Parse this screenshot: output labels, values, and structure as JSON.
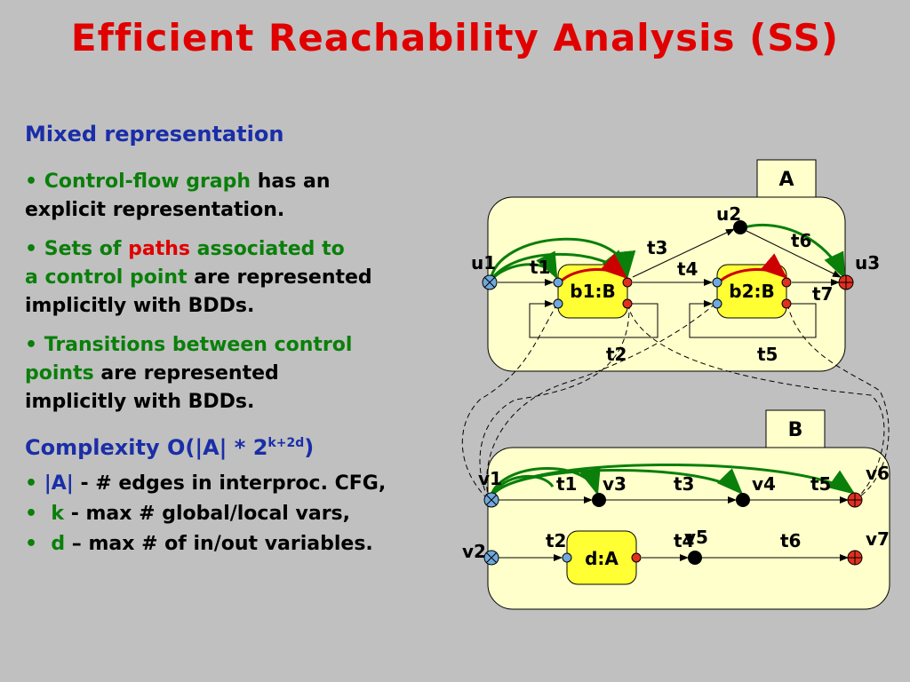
{
  "title": "Efficient Reachability Analysis (SS)",
  "mixed": {
    "heading": "Mixed representation",
    "p1": {
      "green": "Control-flow graph",
      "rest1": " has an",
      "rest2": "explicit representation."
    },
    "p2": {
      "green1": "Sets of ",
      "red": "paths",
      "green2": " associated to",
      "green3": "a control point",
      "rest1": " are represented",
      "rest2": "implicitly with BDDs."
    },
    "p3": {
      "green1": "Transitions between control",
      "green2": "points",
      "rest1": " are represented",
      "rest2": "implicitly with BDDs."
    }
  },
  "complexity": {
    "heading": "Complexity O(|A| * 2",
    "sup": "k+2d",
    "close": ")",
    "bullets": [
      {
        "sym": "|A|",
        "text": " - # edges in interproc. CFG,"
      },
      {
        "sym": "k",
        "text": " - max # global/local  vars,"
      },
      {
        "sym": "d",
        "text": " – max # of in/out variables."
      }
    ]
  },
  "diagram": {
    "boxA": {
      "label": "A"
    },
    "boxB": {
      "label": "B"
    },
    "nodesA": [
      "u1",
      "u2",
      "u3"
    ],
    "blocksA": [
      "b1:B",
      "b2:B"
    ],
    "transA": [
      "t1",
      "t2",
      "t3",
      "t4",
      "t5",
      "t6",
      "t7"
    ],
    "nodesB": [
      "v1",
      "v2",
      "v3",
      "v4",
      "v5",
      "v6",
      "v7"
    ],
    "blocksB": [
      "d:A"
    ],
    "transB": [
      "t1",
      "t2",
      "t3",
      "t4",
      "t5",
      "t6"
    ]
  },
  "colors": {
    "title": "#e00000",
    "blue": "#1a2ea8",
    "green": "#0a7f0a",
    "panel": "#ffffcc",
    "block": "#ffff33"
  }
}
